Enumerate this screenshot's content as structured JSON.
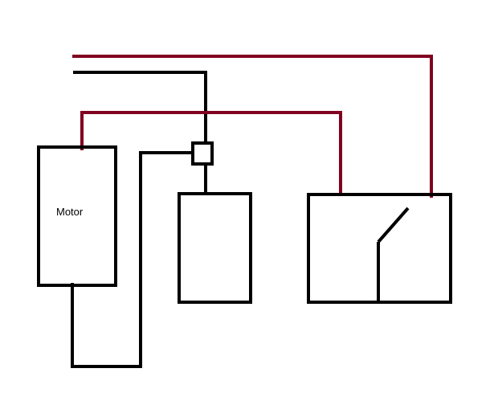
{
  "diagram": {
    "motor_label": "Motor",
    "colors": {
      "background": "#ffffff",
      "neutral_wire": "#000000",
      "live_wire": "#800020",
      "component_outline": "#000000"
    },
    "components": [
      {
        "name": "motor",
        "label": "Motor"
      },
      {
        "name": "unlabeled-box"
      },
      {
        "name": "switch-box",
        "contains": "switch-symbol"
      },
      {
        "name": "junction-connector"
      }
    ]
  }
}
